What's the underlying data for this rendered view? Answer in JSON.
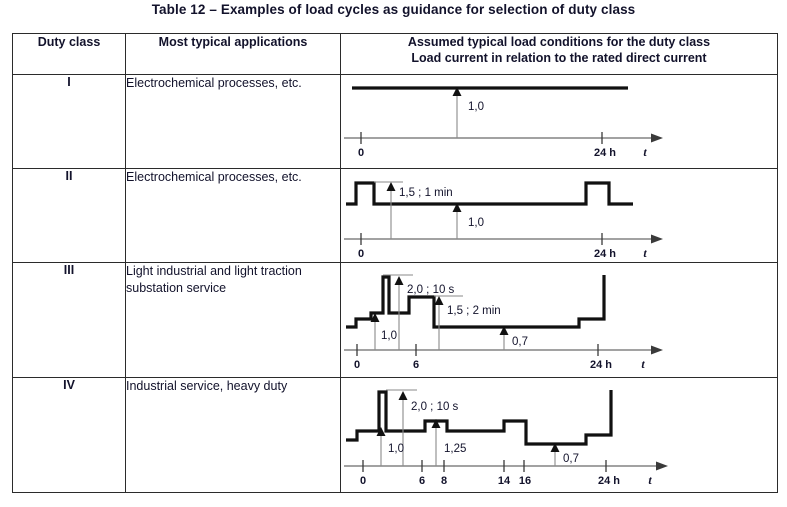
{
  "title": "Table 12 – Examples of load cycles as guidance for selection of duty class",
  "table": {
    "headers": {
      "duty_class": "Duty class",
      "applications": "Most typical applications",
      "chart_line1": "Assumed typical load conditions for the duty class",
      "chart_line2": "Load current in relation to the rated direct current"
    },
    "rows": [
      {
        "duty_class": "I",
        "application": "Electrochemical processes, etc.",
        "chart_id": "duty-class-1-chart"
      },
      {
        "duty_class": "II",
        "application": "Electrochemical processes, etc.",
        "chart_id": "duty-class-2-chart"
      },
      {
        "duty_class": "III",
        "application": "Light industrial and light traction substation service",
        "chart_id": "duty-class-3-chart"
      },
      {
        "duty_class": "IV",
        "application": "Industrial service, heavy duty",
        "chart_id": "duty-class-4-chart"
      }
    ]
  },
  "chart_data": [
    {
      "type": "line",
      "name": "duty-class-I-load-cycle",
      "title": "Duty class I load cycle",
      "xlabel": "t",
      "ylabel": "",
      "axis_ticks": [
        {
          "label": "0",
          "value": 0
        },
        {
          "label": "24 h",
          "value": 24
        }
      ],
      "xlim": [
        0,
        28
      ],
      "annotations": [
        {
          "text": "1,0",
          "value": 1.0,
          "at_time": 10
        }
      ],
      "steps": [
        {
          "from": 0,
          "to": 24,
          "level": 1.0
        }
      ]
    },
    {
      "type": "line",
      "name": "duty-class-II-load-cycle",
      "title": "Duty class II load cycle",
      "xlabel": "t",
      "ylabel": "",
      "axis_ticks": [
        {
          "label": "0",
          "value": 0
        },
        {
          "label": "24 h",
          "value": 24
        }
      ],
      "xlim": [
        0,
        28
      ],
      "annotations": [
        {
          "text": "1,5 ;  1 min",
          "value": 1.5,
          "at_time": 1.5
        },
        {
          "text": "1,0",
          "value": 1.0,
          "at_time": 8
        }
      ],
      "steps": [
        {
          "from": -0.7,
          "to": 0.4,
          "level": 1.0
        },
        {
          "from": 0.4,
          "to": 1.4,
          "level": 1.5
        },
        {
          "from": 1.4,
          "to": 21.0,
          "level": 1.0
        },
        {
          "from": 21.0,
          "to": 22.8,
          "level": 1.5
        },
        {
          "from": 22.8,
          "to": 25.0,
          "level": 1.0
        }
      ]
    },
    {
      "type": "line",
      "name": "duty-class-III-load-cycle",
      "title": "Duty class III load cycle",
      "xlabel": "t",
      "ylabel": "",
      "axis_ticks": [
        {
          "label": "0",
          "value": 0
        },
        {
          "label": "6",
          "value": 6
        },
        {
          "label": "24 h",
          "value": 24
        }
      ],
      "xlim": [
        0,
        28
      ],
      "annotations": [
        {
          "text": "2,0 ;  10 s",
          "value": 2.0,
          "at_time": 2.6
        },
        {
          "text": "1,5 ;  2 min",
          "value": 1.5,
          "at_time": 6.6
        },
        {
          "text": "1,0",
          "value": 1.0,
          "at_time": 0.7
        },
        {
          "text": "0,7",
          "value": 0.7,
          "at_time": 12.5
        }
      ],
      "steps": [
        {
          "from": -1.2,
          "to": 0.3,
          "level": 0.85
        },
        {
          "from": 0.3,
          "to": 1.6,
          "level": 1.0
        },
        {
          "from": 1.6,
          "to": 1.9,
          "level": 2.0
        },
        {
          "from": 1.9,
          "to": 3.9,
          "level": 1.0
        },
        {
          "from": 3.9,
          "to": 6.0,
          "level": 1.5
        },
        {
          "from": 6.0,
          "to": 21.5,
          "level": 0.7
        },
        {
          "from": 21.5,
          "to": 24.3,
          "level": 0.85
        },
        {
          "from": 24.3,
          "to": 24.6,
          "level": 2.0
        }
      ]
    },
    {
      "type": "line",
      "name": "duty-class-IV-load-cycle",
      "title": "Duty class IV load cycle",
      "xlabel": "t",
      "ylabel": "",
      "axis_ticks": [
        {
          "label": "0",
          "value": 0
        },
        {
          "label": "6",
          "value": 6
        },
        {
          "label": "8",
          "value": 8
        },
        {
          "label": "14",
          "value": 14
        },
        {
          "label": "16",
          "value": 16
        },
        {
          "label": "24 h",
          "value": 24
        }
      ],
      "xlim": [
        0,
        28
      ],
      "annotations": [
        {
          "text": "2,0 ;  10 s",
          "value": 2.0,
          "at_time": 3.6
        },
        {
          "text": "1,0",
          "value": 1.0,
          "at_time": 0.7
        },
        {
          "text": "1,25",
          "value": 1.25,
          "at_time": 7.0
        },
        {
          "text": "0,7",
          "value": 0.7,
          "at_time": 18.5
        }
      ],
      "steps": [
        {
          "from": -1.2,
          "to": 0.3,
          "level": 0.8
        },
        {
          "from": 0.3,
          "to": 1.5,
          "level": 1.0
        },
        {
          "from": 1.5,
          "to": 1.8,
          "level": 2.0
        },
        {
          "from": 1.8,
          "to": 6.2,
          "level": 1.0
        },
        {
          "from": 6.2,
          "to": 8.0,
          "level": 1.25
        },
        {
          "from": 8.0,
          "to": 14.0,
          "level": 1.0
        },
        {
          "from": 14.0,
          "to": 16.0,
          "level": 1.25
        },
        {
          "from": 16.0,
          "to": 21.8,
          "level": 0.7
        },
        {
          "from": 21.8,
          "to": 24.4,
          "level": 0.85
        },
        {
          "from": 24.4,
          "to": 24.7,
          "level": 2.0
        }
      ]
    }
  ]
}
